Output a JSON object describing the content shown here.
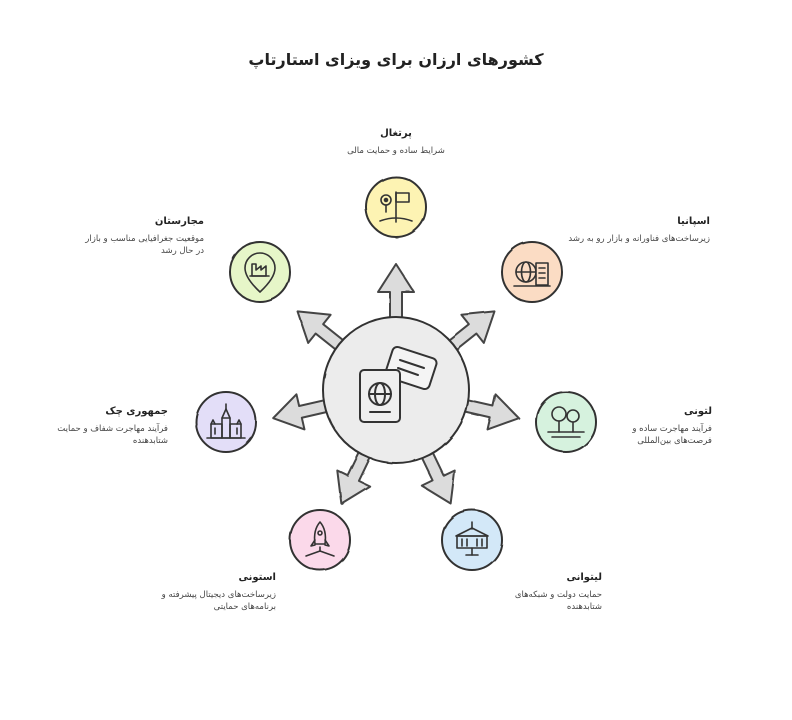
{
  "title": "کشورهای ارزان برای ویزای استارتاپ",
  "center": {
    "icon": "passport-and-ticket-icon"
  },
  "countries": [
    {
      "id": "portugal",
      "name": "پرتغال",
      "desc": "شرایط ساده و حمایت مالی",
      "icon": "map-pin-flag-icon",
      "color": "#fdf3b3"
    },
    {
      "id": "spain",
      "name": "اسپانیا",
      "desc": "زیرساخت‌های فناورانه و بازار رو به رشد",
      "icon": "globe-building-icon",
      "color": "#fbdcc4"
    },
    {
      "id": "latvia",
      "name": "لتونی",
      "desc": "فرآیند مهاجرت ساده و فرصت‌های بین‌المللی",
      "icon": "trees-icon",
      "color": "#d6f2de"
    },
    {
      "id": "lithuania",
      "name": "لیتوانی",
      "desc": "حمایت دولت و شبکه‌های شتابدهنده",
      "icon": "government-building-icon",
      "color": "#d3e8f8"
    },
    {
      "id": "estonia",
      "name": "استونی",
      "desc": "زیرساخت‌های دیجیتال پیشرفته و برنامه‌های حمایتی",
      "icon": "rocket-icon",
      "color": "#fbd9ea"
    },
    {
      "id": "czech",
      "name": "جمهوری چک",
      "desc": "فرآیند مهاجرت شفاف و حمایت شتابدهنده",
      "icon": "castle-icon",
      "color": "#e3def8"
    },
    {
      "id": "hungary",
      "name": "مجارستان",
      "desc": "موقعیت جغرافیایی مناسب و بازار در حال رشد",
      "icon": "map-pin-factory-icon",
      "color": "#e6f6c8"
    }
  ]
}
